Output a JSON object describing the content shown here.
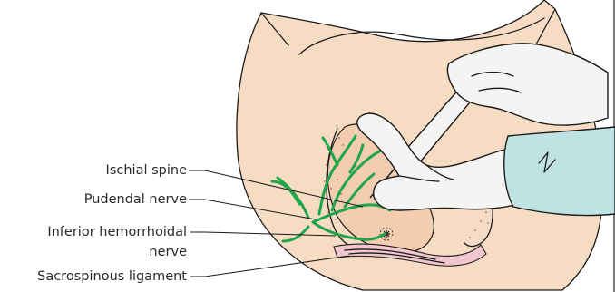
{
  "diagram": {
    "labels": {
      "ischial_spine": "Ischial spine",
      "pudendal_nerve": "Pudendal nerve",
      "inferior_hemorrhoidal_line1": "Inferior hemorrhoidal",
      "inferior_hemorrhoidal_line2": "nerve",
      "sacrospinous_ligament": "Sacrospinous ligament"
    },
    "colors": {
      "skin": "#f7dcc4",
      "nerve": "#1fa64a",
      "glove": "#f4f4f2",
      "sleeve": "#bfe3e2",
      "ligament": "#f1c6cf"
    }
  }
}
